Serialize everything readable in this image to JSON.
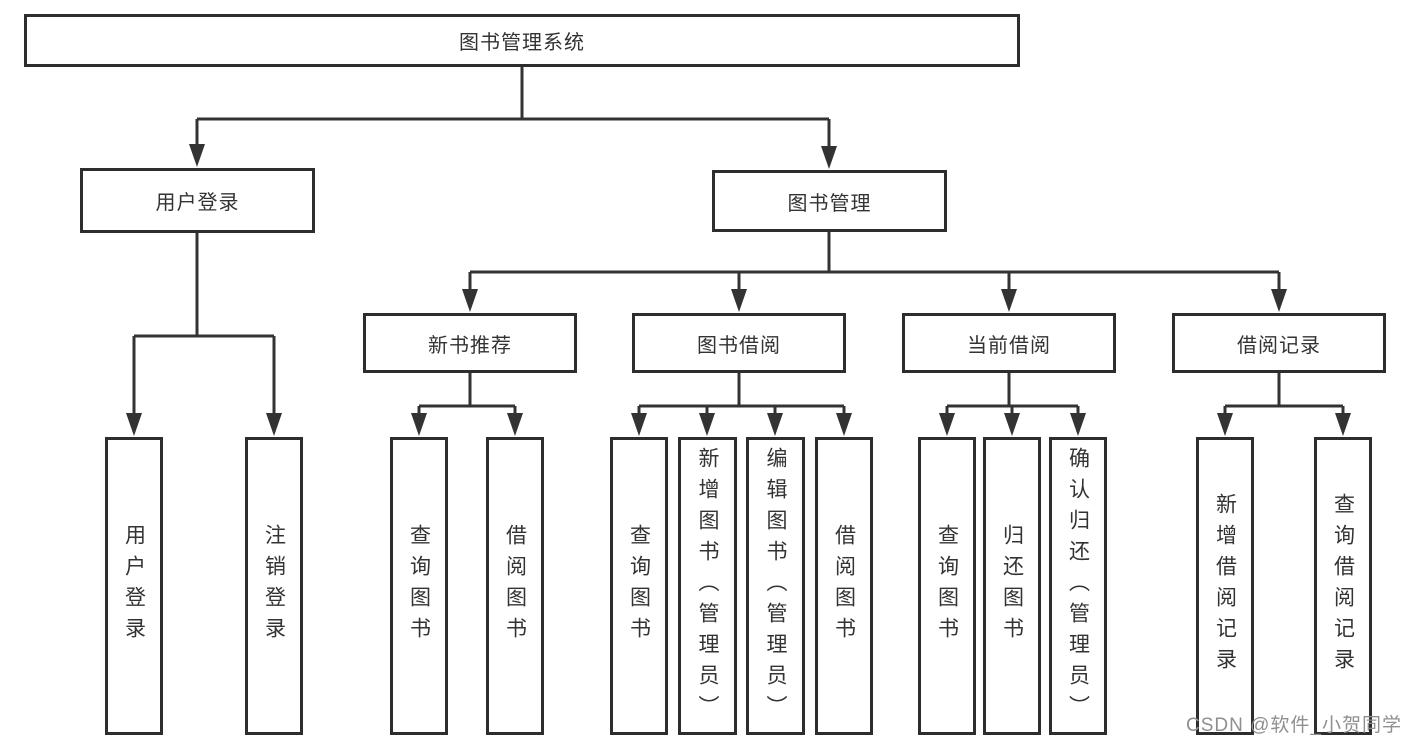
{
  "diagram_title": "图书管理系统",
  "nodes": {
    "root": {
      "label": "图书管理系统"
    },
    "level2": [
      {
        "label": "用户登录",
        "parent": "图书管理系统"
      },
      {
        "label": "图书管理",
        "parent": "图书管理系统"
      }
    ],
    "level3": [
      {
        "label": "新书推荐",
        "parent": "图书管理"
      },
      {
        "label": "图书借阅",
        "parent": "图书管理"
      },
      {
        "label": "当前借阅",
        "parent": "图书管理"
      },
      {
        "label": "借阅记录",
        "parent": "图书管理"
      }
    ],
    "leaves": [
      {
        "label": "用户登录",
        "parent": "用户登录"
      },
      {
        "label": "注销登录",
        "parent": "用户登录"
      },
      {
        "label": "查询图书",
        "parent": "新书推荐"
      },
      {
        "label": "借阅图书",
        "parent": "新书推荐"
      },
      {
        "label": "查询图书",
        "parent": "图书借阅"
      },
      {
        "label": "新增图书（管理员）",
        "parent": "图书借阅"
      },
      {
        "label": "编辑图书（管理员）",
        "parent": "图书借阅"
      },
      {
        "label": "借阅图书",
        "parent": "图书借阅"
      },
      {
        "label": "查询图书",
        "parent": "当前借阅"
      },
      {
        "label": "归还图书",
        "parent": "当前借阅"
      },
      {
        "label": "确认归还（管理员）",
        "parent": "当前借阅"
      },
      {
        "label": "新增借阅记录",
        "parent": "借阅记录"
      },
      {
        "label": "查询借阅记录",
        "parent": "借阅记录"
      }
    ]
  },
  "watermark": "CSDN @软件_小贺同学",
  "colors": {
    "line": "#333333",
    "box_border": "#2d2d2d",
    "text": "#333333",
    "background": "#ffffff",
    "watermark": "#8f8f8f"
  }
}
